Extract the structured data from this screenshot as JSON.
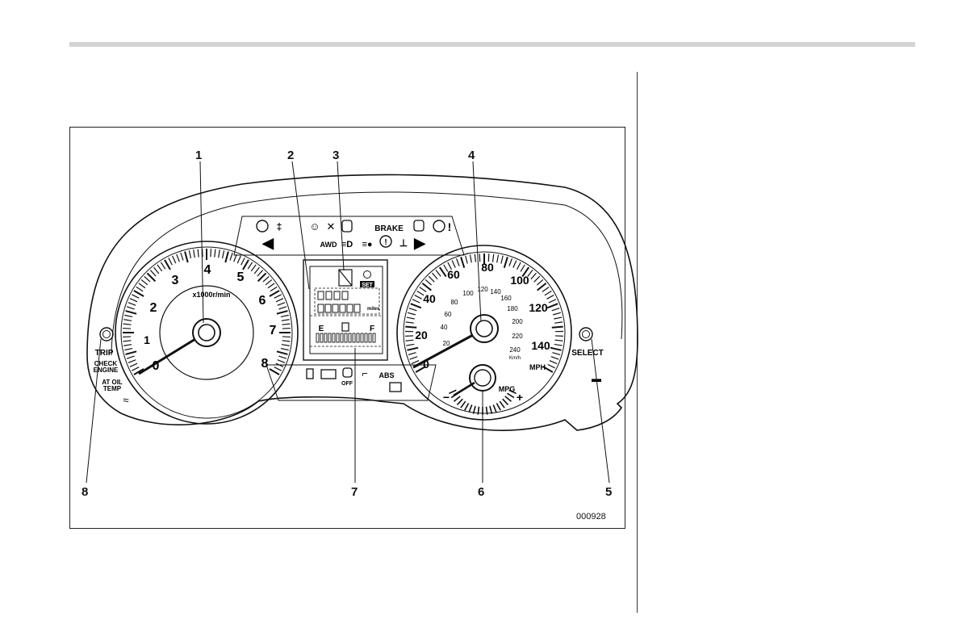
{
  "figure": {
    "callouts": [
      "1",
      "2",
      "3",
      "4",
      "5",
      "6",
      "7",
      "8"
    ],
    "figure_id": "000928"
  },
  "tachometer": {
    "numbers": [
      "0",
      "1",
      "2",
      "3",
      "4",
      "5",
      "6",
      "7",
      "8"
    ],
    "unit": "x1000r/min"
  },
  "speedometer": {
    "mph_numbers": [
      "0",
      "20",
      "40",
      "60",
      "80",
      "100",
      "120",
      "140"
    ],
    "mph_unit": "MPH",
    "kmh_numbers": [
      "20",
      "40",
      "60",
      "80",
      "100",
      "120",
      "140",
      "160",
      "180",
      "200",
      "220",
      "240"
    ],
    "kmh_unit": "Km/h"
  },
  "mpg_gauge": {
    "label": "MPG",
    "minus": "−",
    "plus": "+"
  },
  "display": {
    "miles_label": "miles",
    "set_label": "SET",
    "fuel_empty": "E",
    "fuel_full": "F"
  },
  "warning_lights": {
    "brake": "BRAKE",
    "awd": "AWD",
    "abs": "ABS",
    "off": "OFF"
  },
  "buttons": {
    "trip": "TRIP",
    "select": "SELECT"
  },
  "indicators": {
    "check_engine_1": "CHECK",
    "check_engine_2": "ENGINE",
    "at_oil_temp_1": "AT OIL",
    "at_oil_temp_2": "TEMP"
  },
  "colors": {
    "ink": "#111111",
    "rule": "#d4d4d4"
  }
}
